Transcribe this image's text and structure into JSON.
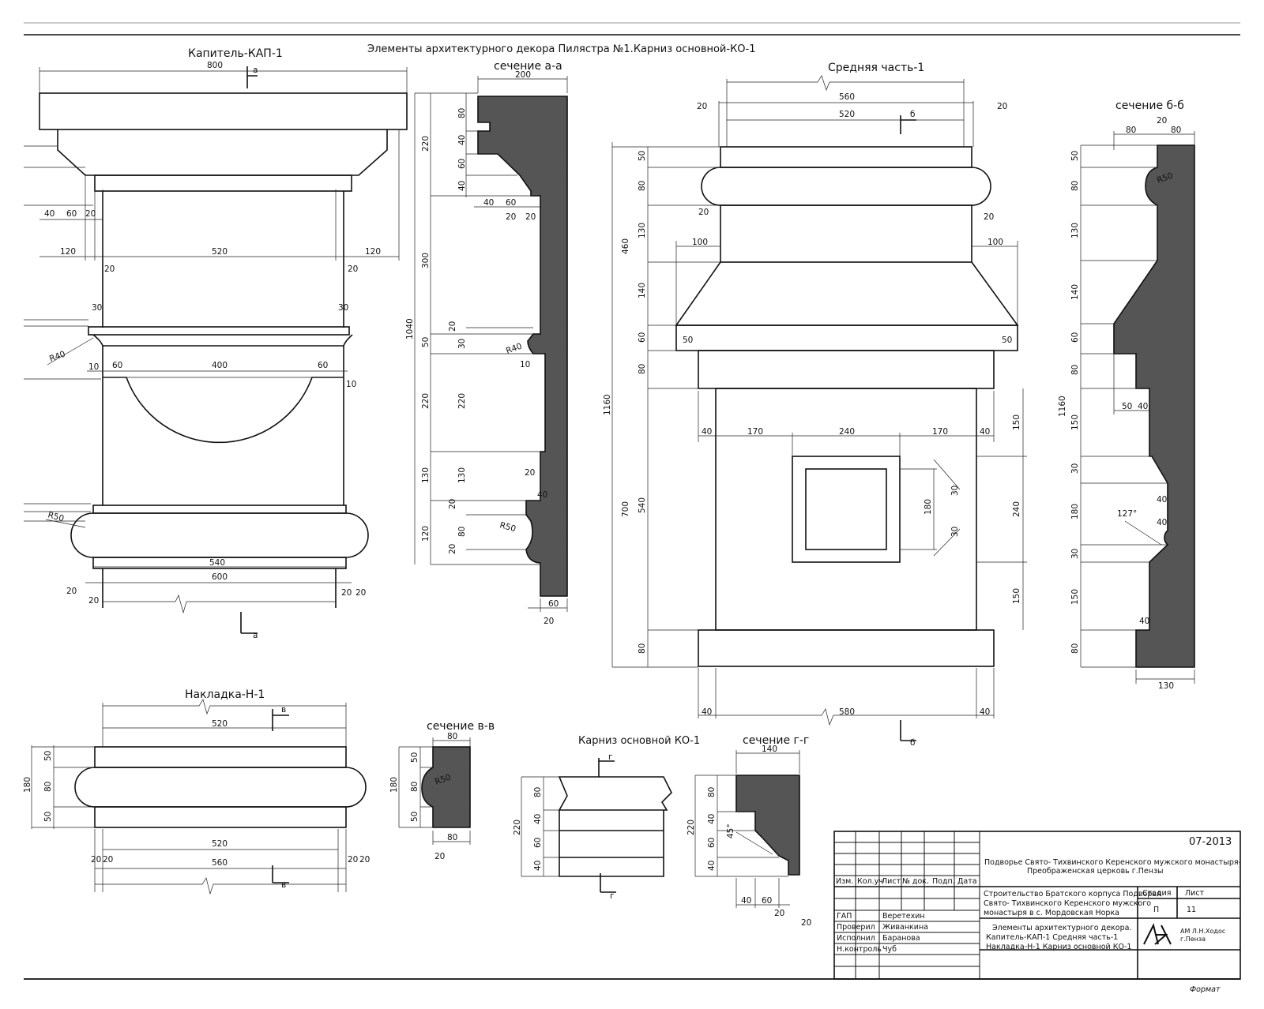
{
  "title": "Элементы архитектурного декора Пилястра №1.Карниз основной-КО-1",
  "views": {
    "kapitel": {
      "title": "Капитель-КАП-1",
      "section_mark": "а",
      "dims": {
        "top": "800",
        "d40": "40",
        "d60": "60",
        "d20a": "20",
        "d120l": "120",
        "d520": "520",
        "d120r": "120",
        "d20l": "20",
        "d20r": "20",
        "d30l": "30",
        "d30r": "30",
        "r40": "R40",
        "d10l": "10",
        "d60l": "60",
        "d400": "400",
        "d60r": "60",
        "d10r": "10",
        "r50": "R50",
        "d540": "540",
        "d600": "600",
        "b20a": "20",
        "b20b": "20",
        "b20c": "20",
        "b20d": "20"
      }
    },
    "section_aa": {
      "title": "сечение а-а",
      "dims": {
        "w200": "200",
        "v80": "80",
        "v40a": "40",
        "v60": "60",
        "v40b": "40",
        "h40": "40",
        "h60": "60",
        "h20a": "20",
        "h20b": "20",
        "o220": "220",
        "o300": "300",
        "o1040": "1040",
        "o50": "50",
        "i20a": "20",
        "i30": "30",
        "r40": "R40",
        "h10": "10",
        "o220b": "220",
        "i220": "220",
        "o130": "130",
        "i130": "130",
        "h20c": "20",
        "h40b": "40",
        "i20b": "20",
        "r50": "R50",
        "o120": "120",
        "i80": "80",
        "i20c": "20",
        "b60": "60",
        "b20": "20"
      }
    },
    "middle": {
      "title": "Средняя часть-1",
      "section_mark": "б",
      "dims": {
        "d560": "560",
        "d520": "520",
        "t20l": "20",
        "t20r": "20",
        "v50": "50",
        "v80a": "80",
        "v130": "130",
        "v460": "460",
        "v140": "140",
        "v60": "60",
        "v80b": "80",
        "v1160": "1160",
        "v540": "540",
        "v700": "700",
        "v80c": "80",
        "s20l": "20",
        "s20r": "20",
        "h100l": "100",
        "h100r": "100",
        "h50l": "50",
        "h50r": "50",
        "h40l": "40",
        "h170l": "170",
        "h240": "240",
        "h170r": "170",
        "h40r": "40",
        "r150a": "150",
        "r240": "240",
        "r150b": "150",
        "i180": "180",
        "i30a": "30",
        "i30b": "30",
        "b40l": "40",
        "b580": "580",
        "b40r": "40"
      }
    },
    "section_bb": {
      "title": "сечение б-б",
      "dims": {
        "t80l": "80",
        "t20": "20",
        "t80r": "80",
        "r50": "R50",
        "v50": "50",
        "v80a": "80",
        "v130": "130",
        "v140": "140",
        "v60": "60",
        "v80b": "80",
        "v150a": "150",
        "v30a": "30",
        "v180": "180",
        "v30b": "30",
        "v150b": "150",
        "v80c": "80",
        "v1160": "1160",
        "h50": "50",
        "h40a": "40",
        "h40b": "40",
        "h40c": "40",
        "a127": "127°",
        "h40d": "40",
        "b130": "130"
      }
    },
    "nakladka": {
      "title": "Накладка-Н-1",
      "section_mark": "в",
      "dims": {
        "t520": "520",
        "v50a": "50",
        "v80": "80",
        "v50b": "50",
        "v180": "180",
        "b520": "520",
        "b20a": "20",
        "b20b": "20",
        "b20c": "20",
        "b20d": "20",
        "b560": "560"
      }
    },
    "section_vv": {
      "title": "сечение в-в",
      "dims": {
        "t80": "80",
        "v50a": "50",
        "v80": "80",
        "v50b": "50",
        "v180": "180",
        "r50": "R50",
        "b80": "80",
        "b20": "20"
      }
    },
    "karniz": {
      "title": "Карниз основной КО-1",
      "section_mark": "г",
      "dims": {
        "v80": "80",
        "v40a": "40",
        "v60": "60",
        "v40b": "40",
        "v220": "220"
      }
    },
    "section_gg": {
      "title": "сечение г-г",
      "dims": {
        "t140": "140",
        "v80": "80",
        "v40a": "40",
        "v60": "60",
        "v40b": "40",
        "v220": "220",
        "a45": "45°",
        "h40": "40",
        "h60": "60",
        "h20a": "20",
        "h20b": "20"
      }
    }
  },
  "title_block": {
    "code": "07-2013",
    "project": "Подворье Свято- Тихвинского Керенского мужского монастыря-",
    "project2": "Преображенская церковь г.Пензы",
    "headers": {
      "izm": "Изм.",
      "kol": "Кол.уч",
      "list": "Лист",
      "doc": "№ док.",
      "podp": "Подп.",
      "data": "Дата"
    },
    "object_l1": "Строительство Братского корпуса Подворья",
    "object_l2": "Свято- Тихвинского Керенского мужского",
    "object_l3": "монастыря в с. Мордовская Норка",
    "stage_hdr": "Стадия",
    "sheet_hdr": "Лист",
    "stage": "П",
    "sheet": "11",
    "roles": [
      {
        "role": "ГАП",
        "name": "Веретехин"
      },
      {
        "role": "Проверил",
        "name": "Живанкина"
      },
      {
        "role": "Исполнил",
        "name": "Баранова"
      },
      {
        "role": "Н.контроль",
        "name": "Чуб"
      }
    ],
    "drawing_l1": "Элементы архитектурного декора.",
    "drawing_l2": "Капитель-КАП-1  Средняя часть-1",
    "drawing_l3": "Накладка-Н-1   Карниз основной КО-1",
    "org_l1": "АМ Л.Н.Ходос",
    "org_l2": "г.Пенза",
    "format_label": "Формат"
  }
}
